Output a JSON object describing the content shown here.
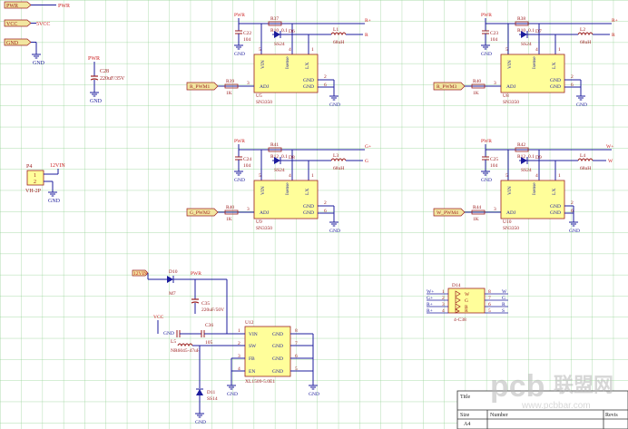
{
  "colors": {
    "grid": "#8fd18f",
    "wire": "#1c1c9c",
    "part": "#9c2020",
    "label": "#1c1c9c",
    "net": "#cc2020",
    "fill": "#fffe9a",
    "port": "#f2e6a0"
  },
  "ports": {
    "pwr": "PWR",
    "vcc": "VCC",
    "gnd": "GND",
    "vcc_net": "5VCC",
    "r_pwm1": "R_PWM1",
    "r_pwm3": "R_PWM3",
    "g_pwm2": "G_PWM2",
    "w_pwm4": "W_PWM4"
  },
  "nets": {
    "pwr": "PWR",
    "gnd": "GND",
    "v12in": "12VIN",
    "vcc": "VCC",
    "r_plus": "R+",
    "r": "R",
    "g_plus": "G+",
    "g": "G",
    "w_plus": "W+",
    "w": "W"
  },
  "cap_c28": {
    "ref": "C28",
    "value": "220uF/35V"
  },
  "conn_p4": {
    "ref": "P4",
    "pin1": "1",
    "pin2": "2",
    "type": "VH-2P"
  },
  "blocks": {
    "r1": {
      "res": "R37",
      "res_val": "0.1",
      "r_adj": "R10",
      "cap": "C22",
      "cap_val": "104",
      "diode": "D6",
      "diode_type": "SS24",
      "ind": "L1",
      "ind_val": "68uH",
      "adj_res": "R39",
      "adj_val": "1K",
      "ic": "U5",
      "ic_type": "SN3350"
    },
    "r2": {
      "res": "R38",
      "res_val": "0.1",
      "r_adj": "R10",
      "cap": "C23",
      "cap_val": "104",
      "diode": "D7",
      "diode_type": "SS24",
      "ind": "L2",
      "ind_val": "68uH",
      "adj_res": "R40",
      "adj_val": "1K",
      "ic": "U8",
      "ic_type": "SN3350"
    },
    "g": {
      "res": "R41",
      "res_val": "0.1",
      "r_adj": "R12",
      "cap": "C24",
      "cap_val": "104",
      "diode": "D8",
      "diode_type": "SS24",
      "ind": "L3",
      "ind_val": "68uH",
      "adj_res": "R40",
      "adj_val": "1K",
      "ic": "U9",
      "ic_type": "SN3350"
    },
    "w": {
      "res": "R42",
      "res_val": "0.1",
      "r_adj": "R12",
      "cap": "C25",
      "cap_val": "104",
      "diode": "D9",
      "diode_type": "SS24",
      "ind": "L4",
      "ind_val": "68uH",
      "adj_res": "R44",
      "adj_val": "1K",
      "ic": "U10",
      "ic_type": "SN3350"
    }
  },
  "ic_pins": {
    "vin": "VIN",
    "isense": "Isense",
    "lx": "LX",
    "adj": "ADJ",
    "gnd": "GND",
    "p5": "5",
    "p4": "4",
    "p1": "1",
    "p3": "3",
    "p2": "2",
    "p6": "6"
  },
  "buck": {
    "diode": "D10",
    "diode_type": "M7",
    "cap": "C35",
    "cap_val": "220uF/50V",
    "cap2": "C36",
    "cap2_val": "105",
    "ind": "L5",
    "ind_val": "NR6045-47uH",
    "ic": "U12",
    "ic_type": "XL1509-5.0E1",
    "diode2": "D11",
    "diode2_type": "SS14",
    "pins_left": [
      "VIN",
      "SW",
      "FB",
      "EN"
    ],
    "pins_right": [
      "GND",
      "GND",
      "GND",
      "GND"
    ],
    "nums_left": [
      "1",
      "2",
      "3",
      "4"
    ],
    "nums_right": [
      "8",
      "7",
      "6",
      "5"
    ]
  },
  "connector_d14": {
    "ref": "D14",
    "type": "4-C38",
    "rows": [
      {
        "net": "W+",
        "pin": "1",
        "sym": "W",
        "pin2": "8",
        "net2": "W"
      },
      {
        "net": "G+",
        "pin": "2",
        "sym": "G",
        "pin2": "7",
        "net2": "G"
      },
      {
        "net": "R+",
        "pin": "3",
        "sym": "R",
        "pin2": "6",
        "net2": "R"
      },
      {
        "net": "R+",
        "pin": "4",
        "sym": "R",
        "pin2": "5",
        "net2": "S"
      }
    ]
  },
  "title_block": {
    "title": "Title",
    "size": "Size",
    "number": "Number",
    "revision": "Revis",
    "size_val": "A4"
  },
  "watermark": {
    "text": "联盟网",
    "url": "www.pcbbar.com"
  }
}
